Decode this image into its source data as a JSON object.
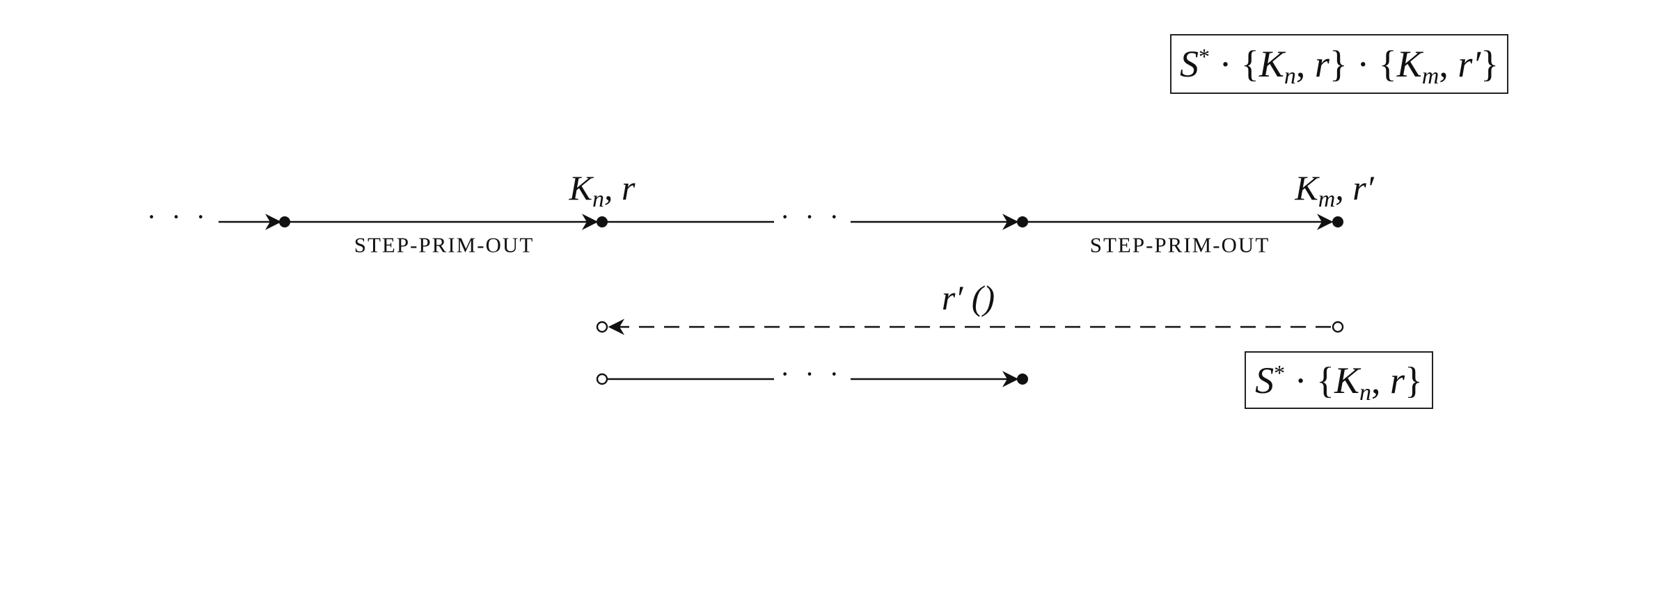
{
  "top_box": {
    "S": "S",
    "star": "*",
    "dot1": " · {",
    "K1": "K",
    "n": "n",
    "comma1": ", ",
    "r": "r",
    "close1": "} · {",
    "K2": "K",
    "m": "m",
    "comma2": ", ",
    "rp": "r′",
    "close2": "}"
  },
  "bottom_box": {
    "S": "S",
    "star": "*",
    "dot1": " · {",
    "K1": "K",
    "n": "n",
    "comma1": ", ",
    "r": "r",
    "close1": "}"
  },
  "node_labels": {
    "kn_r": {
      "K": "K",
      "sub": "n",
      "rest": ", r"
    },
    "km_rp": {
      "K": "K",
      "sub": "m",
      "rest": ", r′"
    }
  },
  "edge_labels": {
    "step1": "STEP-PRIM-OUT",
    "step2": "STEP-PRIM-OUT",
    "return": "r′ ()"
  },
  "ellipsis": "· · ·"
}
